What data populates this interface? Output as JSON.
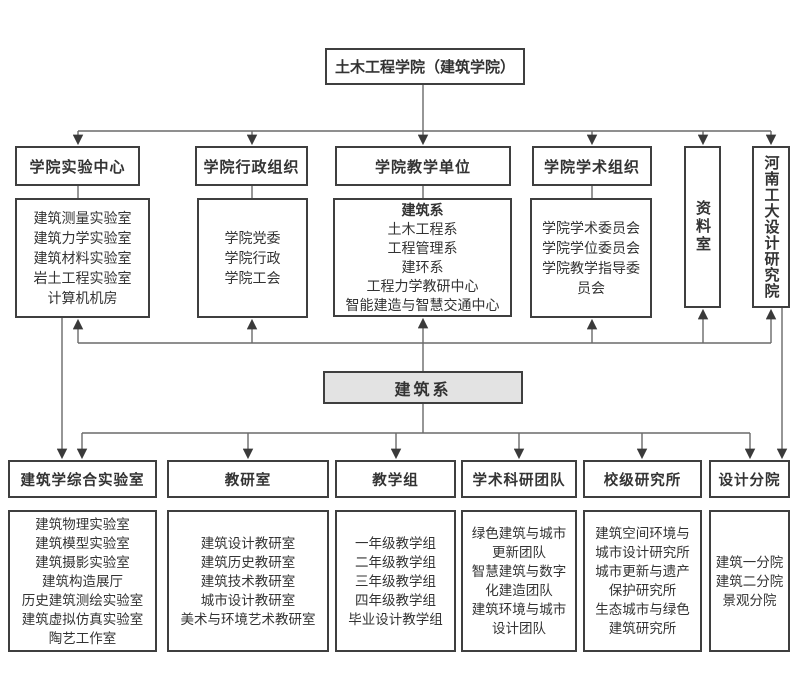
{
  "root": {
    "title": "土木工程学院（建筑学院）"
  },
  "row2": {
    "groups": [
      {
        "header": "学院实验中心",
        "items": [
          "建筑测量实验室",
          "建筑力学实验室",
          "建筑材料实验室",
          "岩土工程实验室",
          "计算机机房"
        ]
      },
      {
        "header": "学院行政组织",
        "items": [
          "学院党委",
          "学院行政",
          "学院工会"
        ]
      },
      {
        "header": "学院教学单位",
        "items": [
          "建筑系",
          "土木工程系",
          "工程管理系",
          "建环系",
          "工程力学教研中心",
          "智能建造与智慧交通中心"
        ]
      },
      {
        "header": "学院学术组织",
        "items": [
          "学院学术委员会",
          "学院学位委员会",
          "学院教学指导委员会"
        ]
      }
    ],
    "vertical_boxes": [
      {
        "label": "资料室"
      },
      {
        "label": "河南工大设计研究院"
      }
    ]
  },
  "mid": {
    "label": "建筑系"
  },
  "row4": {
    "groups": [
      {
        "header": "建筑学综合实验室",
        "items": [
          "建筑物理实验室",
          "建筑模型实验室",
          "建筑摄影实验室",
          "建筑构造展厅",
          "历史建筑测绘实验室",
          "建筑虚拟仿真实验室",
          "陶艺工作室"
        ]
      },
      {
        "header": "教研室",
        "items": [
          "建筑设计教研室",
          "建筑历史教研室",
          "建筑技术教研室",
          "城市设计教研室",
          "美术与环境艺术教研室"
        ]
      },
      {
        "header": "教学组",
        "items": [
          "一年级教学组",
          "二年级教学组",
          "三年级教学组",
          "四年级教学组",
          "毕业设计教学组"
        ]
      },
      {
        "header": "学术科研团队",
        "items": [
          "绿色建筑与城市更新团队",
          "智慧建筑与数字化建造团队",
          "建筑环境与城市设计团队"
        ]
      },
      {
        "header": "校级研究所",
        "items": [
          "建筑空间环境与城市设计研究所",
          "城市更新与遗产保护研究所",
          "生态城市与绿色建筑研究所"
        ]
      },
      {
        "header": "设计分院",
        "items": [
          "建筑一分院",
          "建筑二分院",
          "景观分院"
        ]
      }
    ]
  },
  "colors": {
    "border": "#3f3f3f",
    "line": "#6a6a6a",
    "arrow": "#3a3a3a",
    "highlight_bg": "#e3e3e3",
    "text": "#333333",
    "background": "#ffffff"
  }
}
